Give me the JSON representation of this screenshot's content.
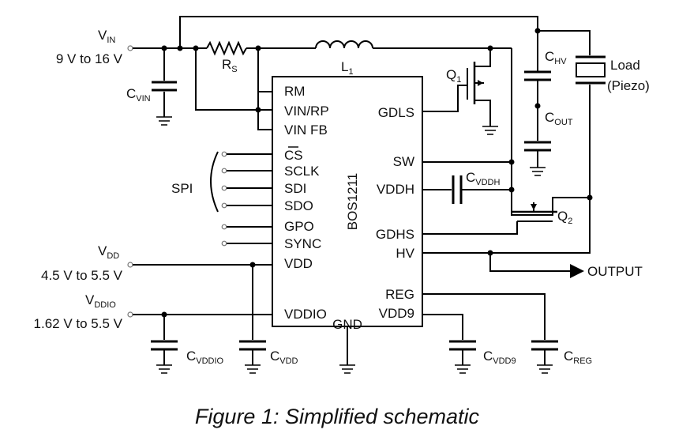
{
  "ic": {
    "name": "BOS1211",
    "left_pins": [
      "RM",
      "VIN/RP",
      "VIN FB",
      "CS",
      "SCLK",
      "SDI",
      "SDO",
      "GPO",
      "SYNC",
      "VDD",
      "VDDIO"
    ],
    "right_pins": [
      "GDLS",
      "SW",
      "VDDH",
      "GDHS",
      "HV",
      "REG",
      "VDD9"
    ],
    "bottom_pin": "GND"
  },
  "supplies": {
    "vin": {
      "name": "V",
      "sub": "IN",
      "range": "9 V to 16 V"
    },
    "vdd": {
      "name": "V",
      "sub": "DD",
      "range": "4.5 V to 5.5 V"
    },
    "vddio": {
      "name": "V",
      "sub": "DDIO",
      "range": "1.62 V to 5.5 V"
    }
  },
  "components": {
    "rs": {
      "name": "R",
      "sub": "S"
    },
    "l1": {
      "name": "L",
      "sub": "1"
    },
    "q1": {
      "name": "Q",
      "sub": "1"
    },
    "q2": {
      "name": "Q",
      "sub": "2"
    },
    "chv": {
      "name": "C",
      "sub": "HV"
    },
    "cout": {
      "name": "C",
      "sub": "OUT"
    },
    "cvin": {
      "name": "C",
      "sub": "VIN"
    },
    "cvddh": {
      "name": "C",
      "sub": "VDDH"
    },
    "cvddio": {
      "name": "C",
      "sub": "VDDIO"
    },
    "cvdd": {
      "name": "C",
      "sub": "VDD"
    },
    "cvdd9": {
      "name": "C",
      "sub": "VDD9"
    },
    "creg": {
      "name": "C",
      "sub": "REG"
    },
    "load": {
      "line1": "Load",
      "line2": "(Piezo)"
    }
  },
  "labels": {
    "spi": "SPI",
    "output": "OUTPUT"
  },
  "caption": "Figure 1: Simplified schematic"
}
